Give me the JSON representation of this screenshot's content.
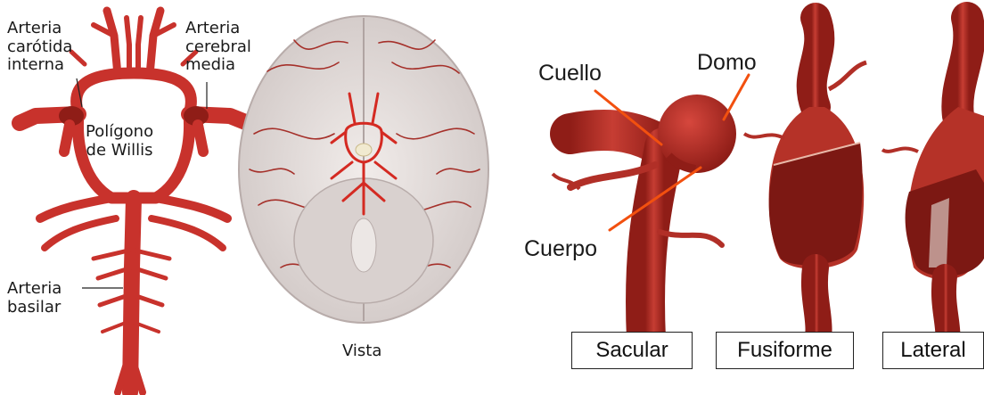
{
  "willis": {
    "carotid_label": "Arteria\ncarótida\ninterna",
    "cerebral_label": "Arteria\ncerebral\nmedia",
    "polygon_label": "Polígono\nde Willis",
    "basilar_label": "Arteria\nbasilar"
  },
  "brain": {
    "view_label": "Vista"
  },
  "aneurysm": {
    "neck_label": "Cuello",
    "dome_label": "Domo",
    "body_label": "Cuerpo",
    "types": [
      "Sacular",
      "Fusiforme",
      "Lateral"
    ]
  },
  "colors": {
    "artery": "#c8322c",
    "artery_dark": "#8f1d17",
    "pointer": "#f2500f",
    "brain": "#e4dedd"
  }
}
